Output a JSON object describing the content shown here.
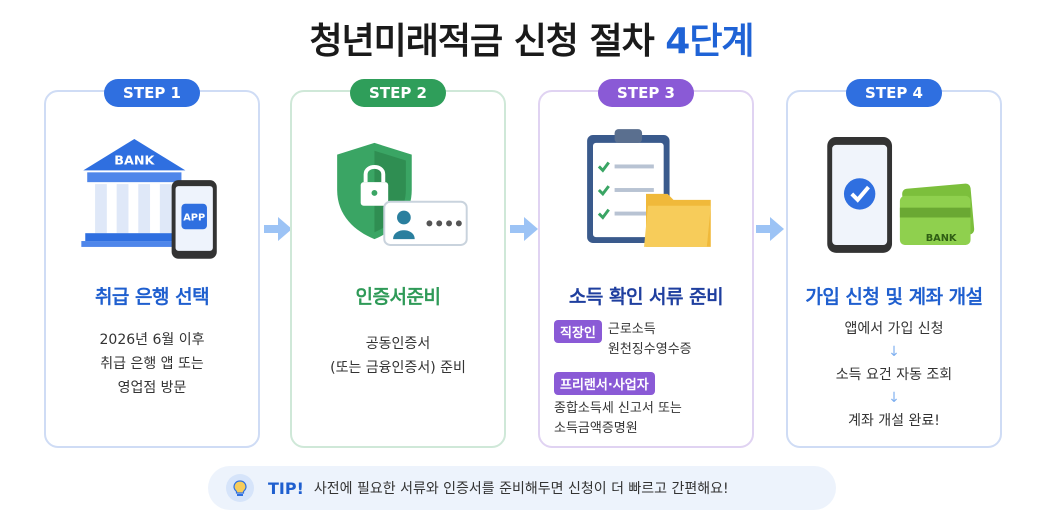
{
  "title": {
    "main": "청년미래적금 신청 절차",
    "accent": "4단계"
  },
  "steps": [
    {
      "badge": "STEP 1",
      "title": "취급 은행 선택",
      "icons": {
        "bank_label": "BANK",
        "app_label": "APP"
      },
      "desc": [
        "2026년 6월 이후",
        "취급 은행 앱 또는",
        "영업점 방문"
      ]
    },
    {
      "badge": "STEP 2",
      "title": "인증서준비",
      "desc": [
        "공동인증서",
        "(또는 금융인증서) 준비"
      ]
    },
    {
      "badge": "STEP 3",
      "title": "소득 확인 서류 준비",
      "groups": [
        {
          "tag": "직장인",
          "lines": [
            "근로소득",
            "원천징수영수증"
          ]
        },
        {
          "tag": "프리랜서·사업자",
          "lines": [
            "종합소득세 신고서 또는",
            "소득금액증명원"
          ]
        }
      ]
    },
    {
      "badge": "STEP 4",
      "title": "가입 신청 및 계좌 개설",
      "icons": {
        "card_label": "BANK"
      },
      "flow": [
        "앱에서 가입 신청",
        "소득 요건 자동 조회",
        "계좌 개설 완료!"
      ],
      "flow_arrow": "↓"
    }
  ],
  "tip": {
    "label": "TIP!",
    "text": "사전에 필요한 서류와 인증서를 준비해두면 신청이 더 빠르고 간편해요!"
  },
  "colors": {
    "blue": "#2f6fe0",
    "green": "#2f9e5a",
    "purple": "#8a5ad6"
  }
}
